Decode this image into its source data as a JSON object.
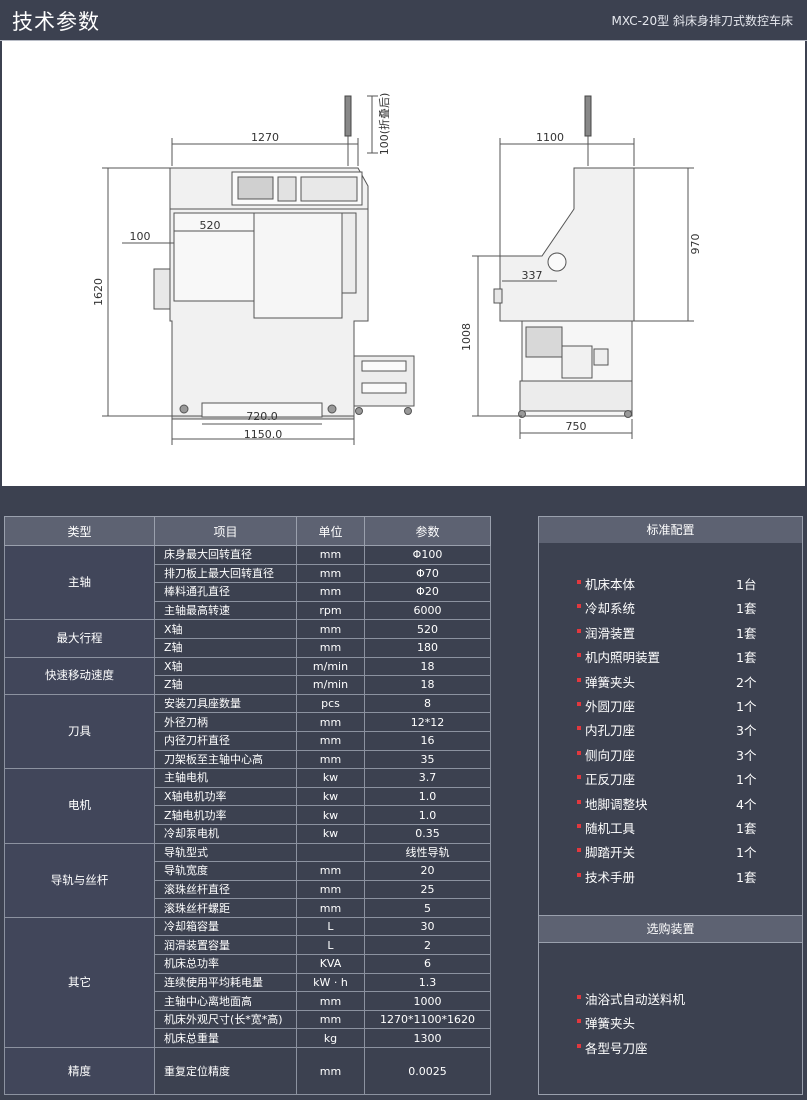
{
  "header": {
    "title": "技术参数",
    "model": "MXC-20型 斜床身排刀式数控车床"
  },
  "drawing": {
    "dimensions": {
      "front_width": "1270",
      "folded": "100(折叠后)",
      "front_520": "520",
      "front_100": "100",
      "front_height": "1620",
      "front_720": "720.0",
      "front_1150": "1150.0",
      "side_width": "1100",
      "side_970": "970",
      "side_337": "337",
      "side_1008": "1008",
      "side_750": "750"
    }
  },
  "spec_table": {
    "headers": [
      "类型",
      "项目",
      "单位",
      "参数"
    ],
    "groups": [
      {
        "category": "主轴",
        "rows": [
          [
            "床身最大回转直径",
            "mm",
            "Φ100"
          ],
          [
            "排刀板上最大回转直径",
            "mm",
            "Φ70"
          ],
          [
            "棒料通孔直径",
            "mm",
            "Φ20"
          ],
          [
            "主轴最高转速",
            "rpm",
            "6000"
          ]
        ]
      },
      {
        "category": "最大行程",
        "rows": [
          [
            "X轴",
            "mm",
            "520"
          ],
          [
            "Z轴",
            "mm",
            "180"
          ]
        ]
      },
      {
        "category": "快速移动速度",
        "rows": [
          [
            "X轴",
            "m/min",
            "18"
          ],
          [
            "Z轴",
            "m/min",
            "18"
          ]
        ]
      },
      {
        "category": "刀具",
        "rows": [
          [
            "安装刀具座数量",
            "pcs",
            "8"
          ],
          [
            "外径刀柄",
            "mm",
            "12*12"
          ],
          [
            "内径刀杆直径",
            "mm",
            "16"
          ],
          [
            "刀架板至主轴中心高",
            "mm",
            "35"
          ]
        ]
      },
      {
        "category": "电机",
        "rows": [
          [
            "主轴电机",
            "kw",
            "3.7"
          ],
          [
            "X轴电机功率",
            "kw",
            "1.0"
          ],
          [
            "Z轴电机功率",
            "kw",
            "1.0"
          ],
          [
            "冷却泵电机",
            "kw",
            "0.35"
          ]
        ]
      },
      {
        "category": "导轨与丝杆",
        "rows": [
          [
            "导轨型式",
            "",
            "线性导轨"
          ],
          [
            "导轨宽度",
            "mm",
            "20"
          ],
          [
            "滚珠丝杆直径",
            "mm",
            "25"
          ],
          [
            "滚珠丝杆螺距",
            "mm",
            "5"
          ]
        ]
      },
      {
        "category": "其它",
        "rows": [
          [
            "冷却箱容量",
            "L",
            "30"
          ],
          [
            "润滑装置容量",
            "L",
            "2"
          ],
          [
            "机床总功率",
            "KVA",
            "6"
          ],
          [
            "连续使用平均耗电量",
            "kW · h",
            "1.3"
          ],
          [
            "主轴中心离地面高",
            "mm",
            "1000"
          ],
          [
            "机床外观尺寸(长*宽*高)",
            "mm",
            "1270*1100*1620"
          ],
          [
            "机床总重量",
            "kg",
            "1300"
          ]
        ]
      },
      {
        "category": "精度",
        "big": true,
        "rows": [
          [
            "重复定位精度",
            "mm",
            "0.0025"
          ]
        ]
      }
    ]
  },
  "standard_config": {
    "title": "标准配置",
    "items": [
      {
        "name": "机床本体",
        "qty": "1台"
      },
      {
        "name": "冷却系统",
        "qty": "1套"
      },
      {
        "name": "润滑装置",
        "qty": "1套"
      },
      {
        "name": "机内照明装置",
        "qty": "1套"
      },
      {
        "name": "弹簧夹头",
        "qty": "2个"
      },
      {
        "name": "外圆刀座",
        "qty": "1个"
      },
      {
        "name": "内孔刀座",
        "qty": "3个"
      },
      {
        "name": "侧向刀座",
        "qty": "3个"
      },
      {
        "name": "正反刀座",
        "qty": "1个"
      },
      {
        "name": "地脚调整块",
        "qty": "4个"
      },
      {
        "name": "随机工具",
        "qty": "1套"
      },
      {
        "name": "脚踏开关",
        "qty": "1个"
      },
      {
        "name": "技术手册",
        "qty": "1套"
      }
    ]
  },
  "optional_config": {
    "title": "选购装置",
    "items": [
      "油浴式自动送料机",
      "弹簧夹头",
      "各型号刀座"
    ]
  },
  "colors": {
    "background": "#3c4150",
    "header_cell": "#5d6272",
    "bullet": "#e2383e"
  }
}
